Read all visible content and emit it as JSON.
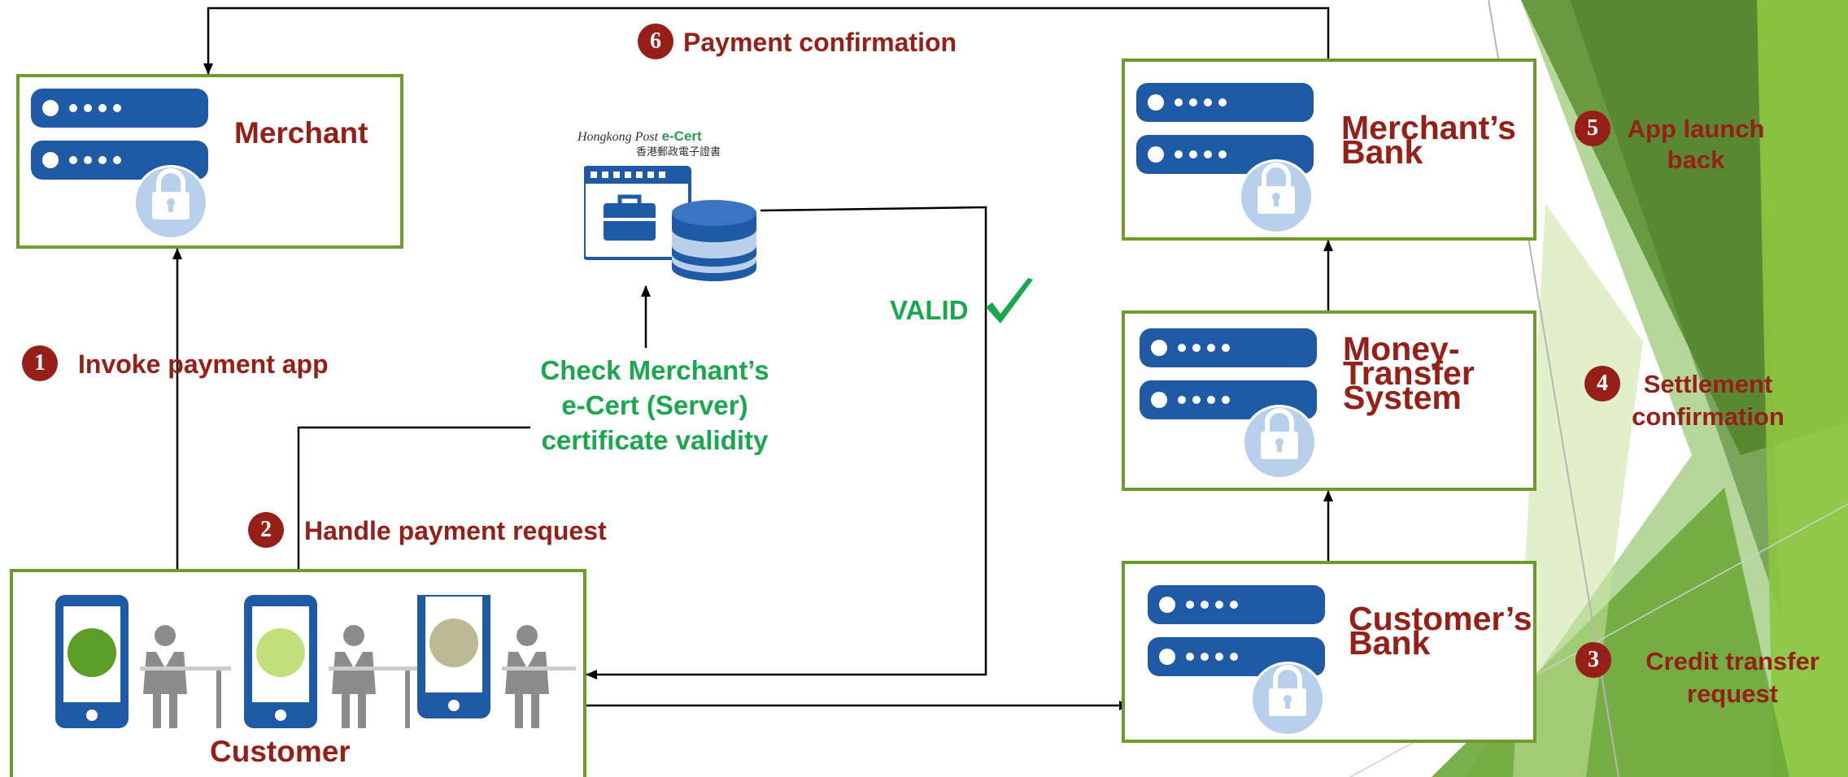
{
  "entities": {
    "merchant": "Merchant",
    "merchants_bank": [
      "Merchant’s",
      "Bank"
    ],
    "money_transfer": [
      "Money-",
      "Transfer",
      "System"
    ],
    "customers_bank": [
      "Customer’s",
      "Bank"
    ],
    "customer": "Customer"
  },
  "ecert_logo": {
    "brand": "Hongkong Post",
    "product": "e-Cert",
    "chinese": "香港郵政電子證書"
  },
  "check": {
    "lines": [
      "Check Merchant’s",
      "e-Cert (Server)",
      "certificate  validity"
    ]
  },
  "valid_label": "VALID",
  "steps": [
    {
      "num": "1",
      "label": "Invoke payment app"
    },
    {
      "num": "2",
      "label": "Handle payment request"
    },
    {
      "num": "3",
      "label": [
        "Credit transfer",
        "request"
      ]
    },
    {
      "num": "4",
      "label": [
        "Settlement",
        "confirmation"
      ]
    },
    {
      "num": "5",
      "label": [
        "App launch",
        "back"
      ]
    },
    {
      "num": "6",
      "label": "Payment confirmation"
    }
  ],
  "colors": {
    "accent_red": "#962018",
    "box_border": "#6f9a2c",
    "server_blue": "#1f5aa6",
    "lock_blue": "#b8d0ec",
    "valid_green": "#1aa84f",
    "customer_dots": [
      "#5a9e28",
      "#c2e07a",
      "#bfb894"
    ]
  },
  "icons": [
    "server-icon",
    "lock-icon",
    "phone-icon",
    "person-at-desk-icon",
    "database-icon",
    "briefcase-icon",
    "check-mark-icon"
  ]
}
